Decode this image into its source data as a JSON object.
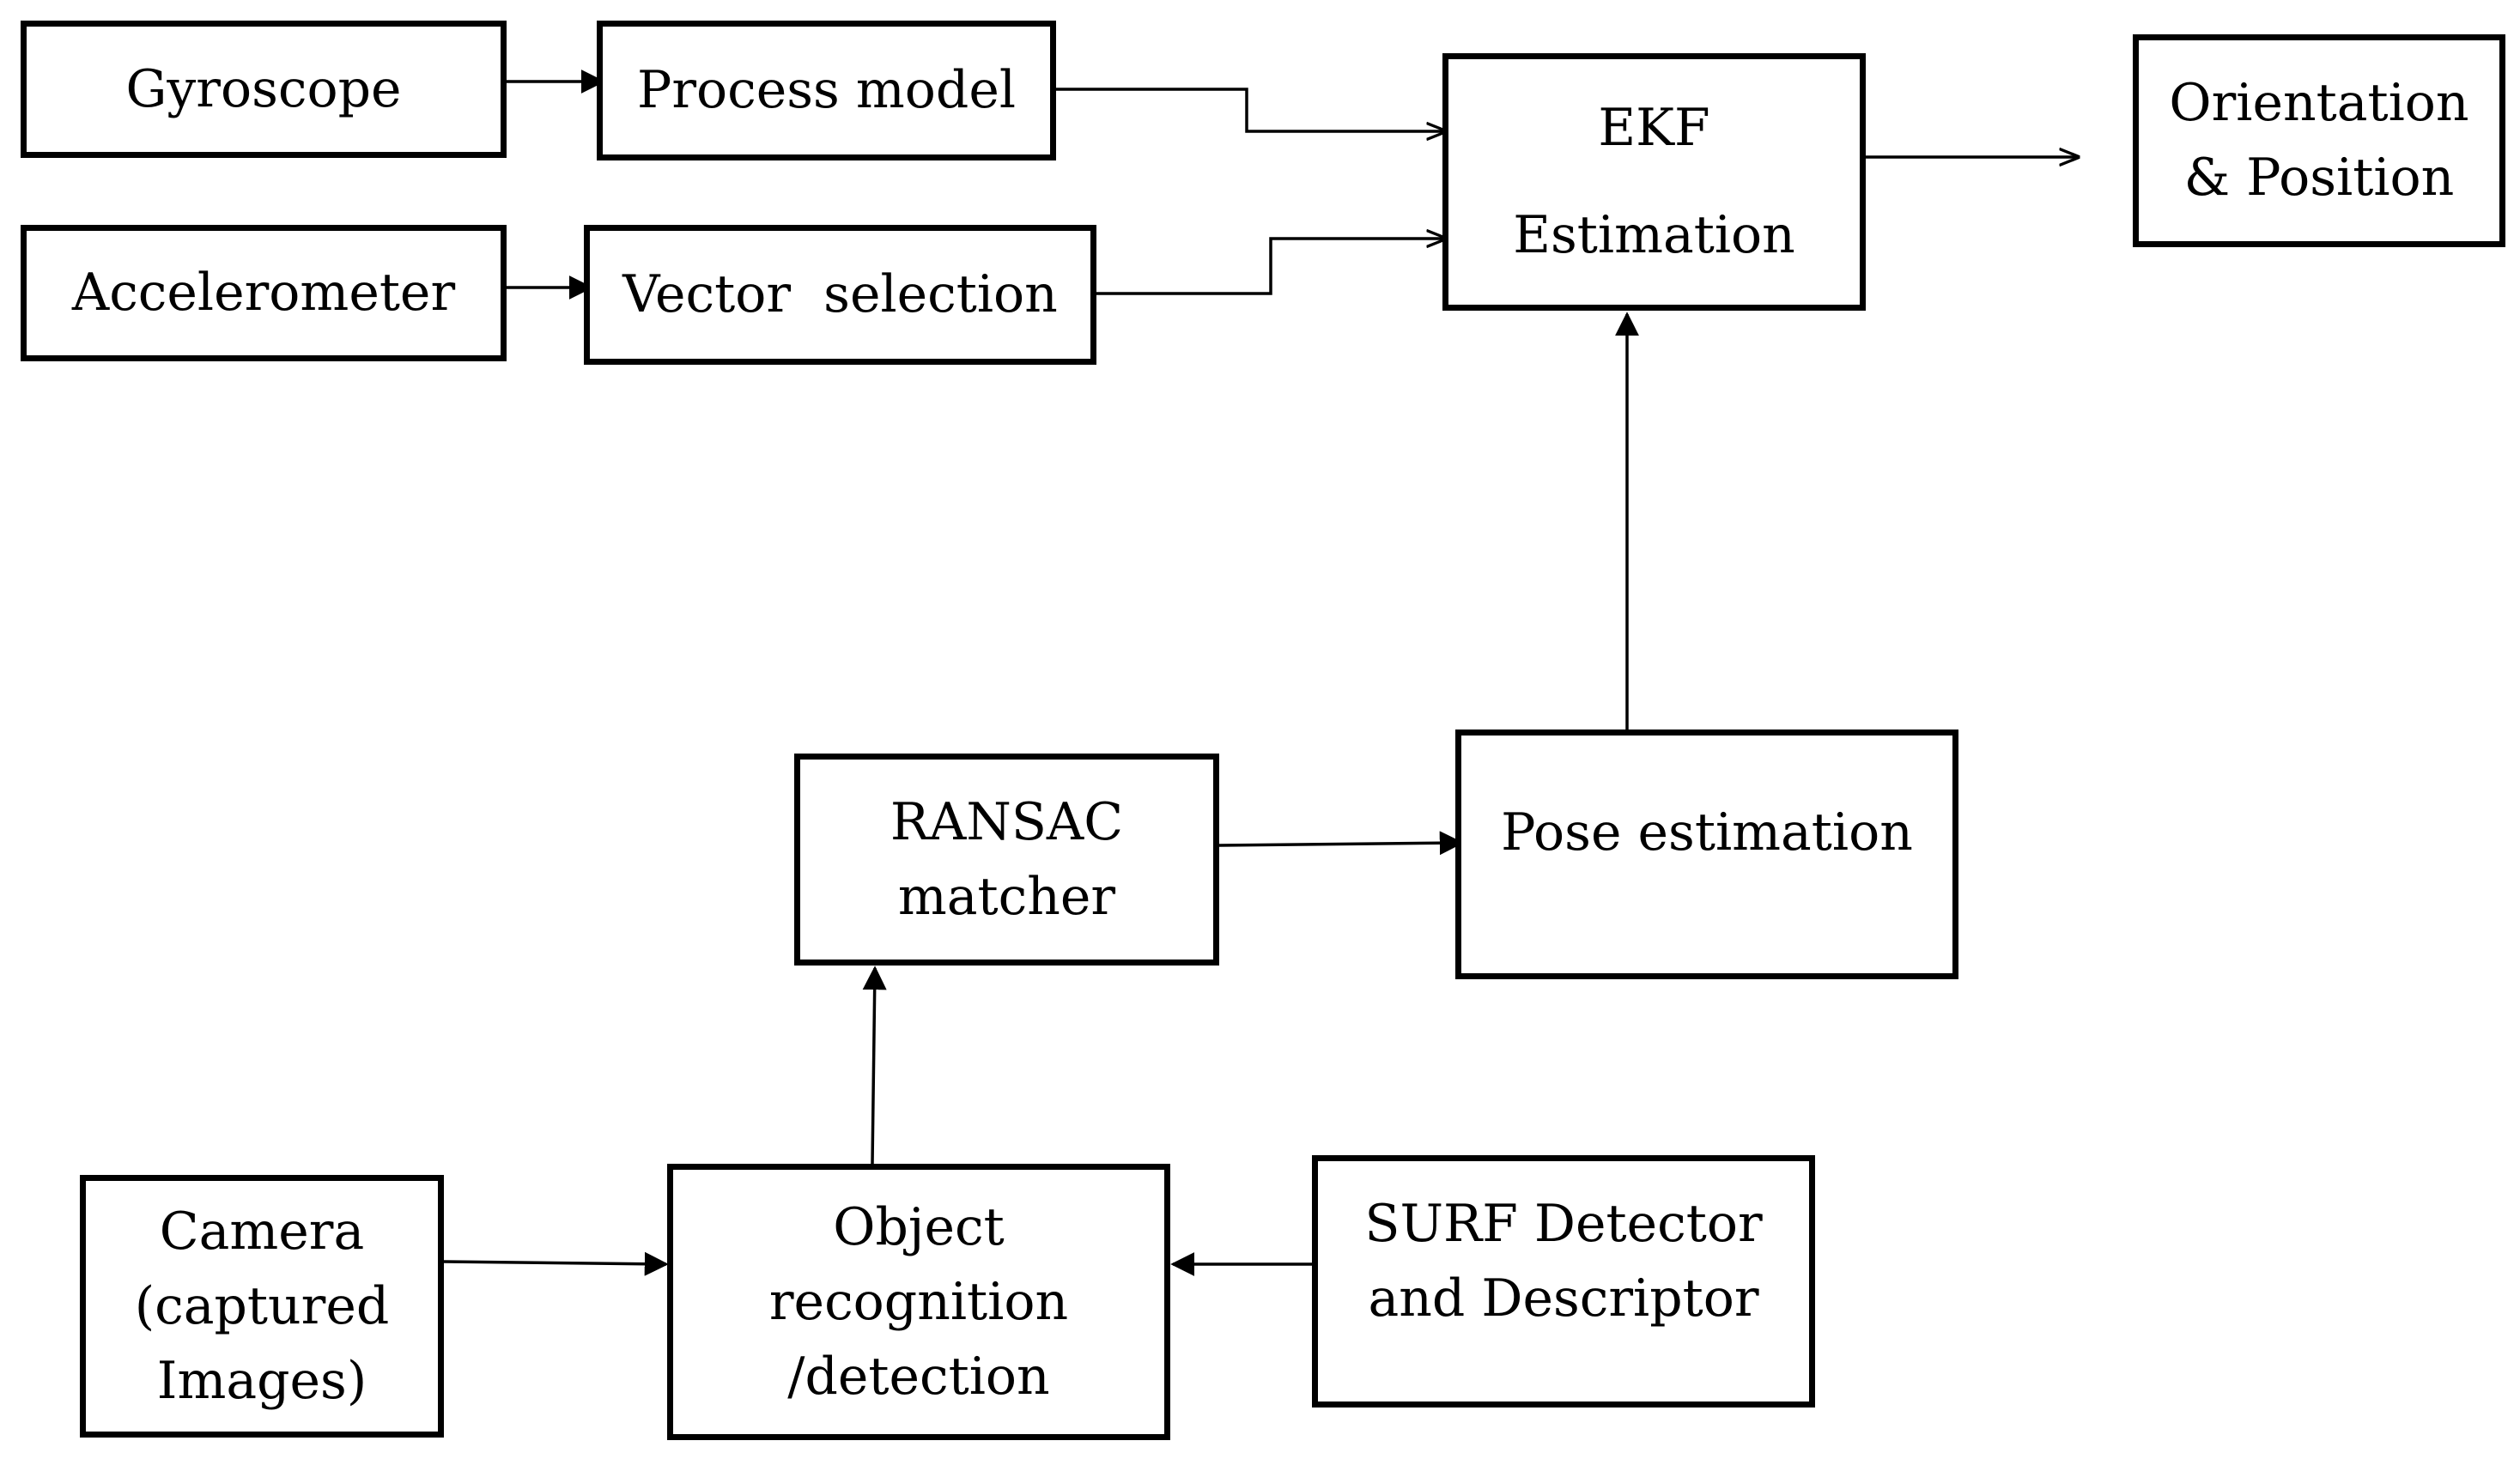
{
  "blocks": {
    "gyroscope": {
      "lines": [
        "Gyroscope"
      ]
    },
    "process_model": {
      "lines": [
        "Process model"
      ]
    },
    "accelerometer": {
      "lines": [
        "Accelerometer"
      ]
    },
    "vector_selection": {
      "lines": [
        "Vector  selection"
      ]
    },
    "ekf": {
      "lines": [
        "EKF",
        "Estimation"
      ]
    },
    "orientation_position": {
      "lines": [
        "Orientation",
        "& Position"
      ]
    },
    "ransac_matcher": {
      "lines": [
        "RANSAC",
        "matcher"
      ]
    },
    "pose_estimation": {
      "lines": [
        "Pose estimation"
      ]
    },
    "camera": {
      "lines": [
        "Camera",
        "(captured",
        "Images)"
      ]
    },
    "object_recognition": {
      "lines": [
        "Object",
        "recognition",
        "/detection"
      ]
    },
    "surf": {
      "lines": [
        "SURF Detector",
        "and Descriptor"
      ]
    }
  },
  "colors": {
    "stroke": "#000000",
    "background": "#ffffff"
  }
}
